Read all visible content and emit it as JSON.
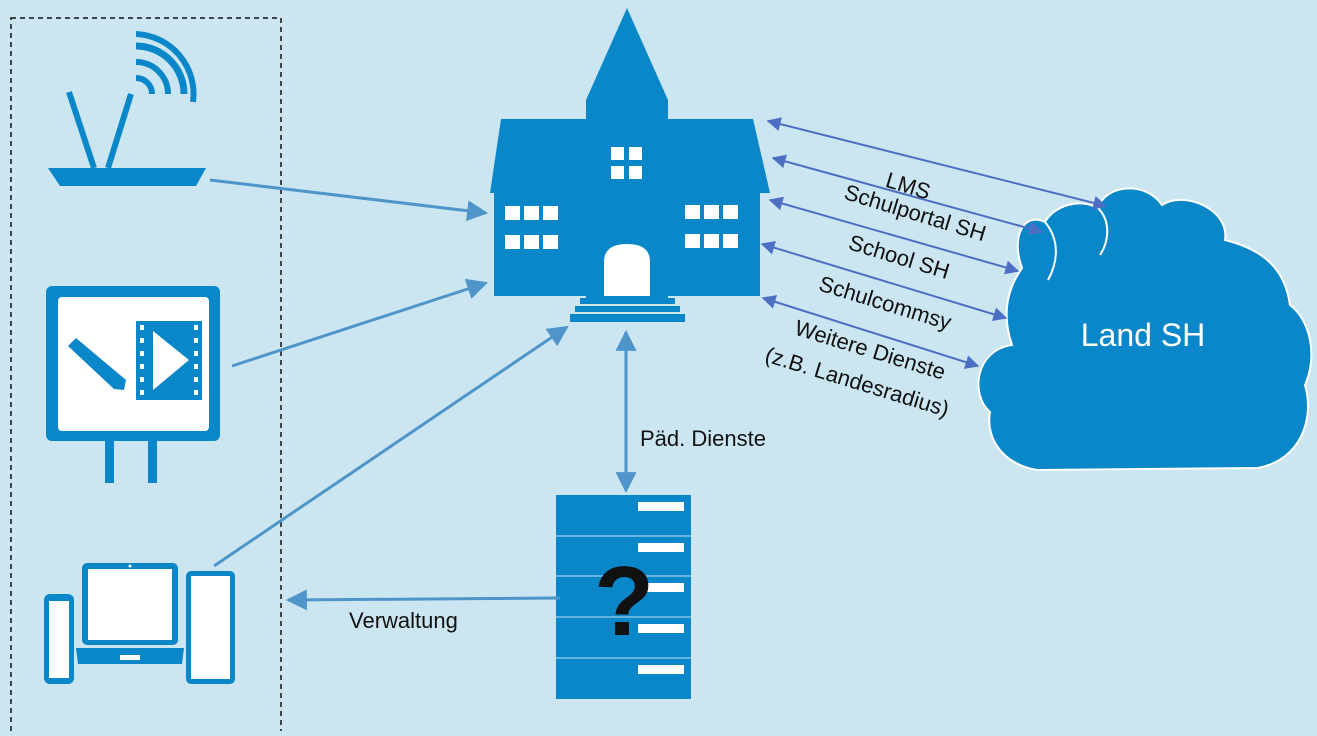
{
  "cloud": {
    "label": "Land SH"
  },
  "services": [
    {
      "label": "LMS"
    },
    {
      "label": "Schulportal SH"
    },
    {
      "label": "School SH"
    },
    {
      "label": "Schulcommsy"
    },
    {
      "label": "Weitere Dienste"
    },
    {
      "label": "(z.B. Landesradius)"
    }
  ],
  "links": {
    "paed": "Päd. Dienste",
    "verwaltung": "Verwaltung"
  },
  "server": {
    "mark": "?"
  },
  "colors": {
    "background": "#cbe6f1",
    "primary": "#0a87c9",
    "arrow_devices": "#4f95c9",
    "arrow_services": "#4c6fc4",
    "white": "#ffffff"
  },
  "icons": [
    "router-icon",
    "whiteboard-icon",
    "computer-devices-icon",
    "school-building-icon",
    "server-icon",
    "cloud-icon"
  ]
}
